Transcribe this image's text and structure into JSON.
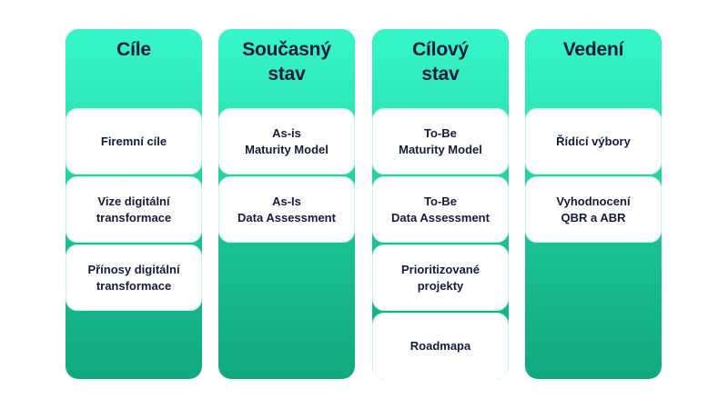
{
  "diagram": {
    "colors": {
      "column_top": "#36f7c8",
      "column_bottom": "#10a87f",
      "card_background": "#ffffff",
      "card_border": "#c9f6e7",
      "text": "#131a3c"
    },
    "columns": [
      {
        "title": "Cíle",
        "cards": [
          {
            "label": "Firemní cíle"
          },
          {
            "label": "Vize digitální\ntransformace"
          },
          {
            "label": "Přínosy digitální\ntransformace"
          }
        ]
      },
      {
        "title": "Současný\nstav",
        "cards": [
          {
            "label": "As-is\nMaturity Model"
          },
          {
            "label": "As-Is\nData Assessment"
          }
        ]
      },
      {
        "title": "Cílový\nstav",
        "cards": [
          {
            "label": "To-Be\nMaturity Model"
          },
          {
            "label": "To-Be\nData Assessment"
          },
          {
            "label": "Prioritizované\nprojekty"
          },
          {
            "label": "Roadmapa"
          }
        ]
      },
      {
        "title": "Vedení",
        "cards": [
          {
            "label": "Řídící výbory"
          },
          {
            "label": "Vyhodnocení\nQBR a ABR"
          }
        ]
      }
    ]
  }
}
